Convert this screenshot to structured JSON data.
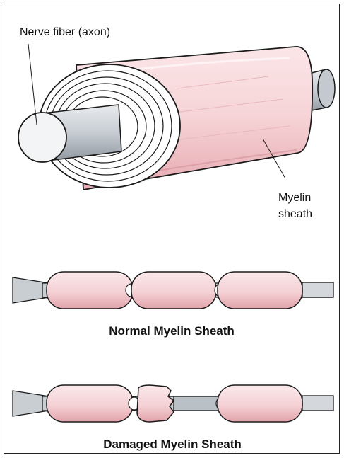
{
  "labels": {
    "axon": "Nerve fiber (axon)",
    "myelin_line1": "Myelin",
    "myelin_line2": "sheath"
  },
  "captions": {
    "normal": "Normal Myelin Sheath",
    "damaged": "Damaged Myelin Sheath"
  },
  "colors": {
    "myelin": "#f6d3d6",
    "myelin_shade": "#e9aeb5",
    "axon": "#c9ced3",
    "axon_light": "#eef0f2",
    "outline": "#1a1a1a"
  }
}
